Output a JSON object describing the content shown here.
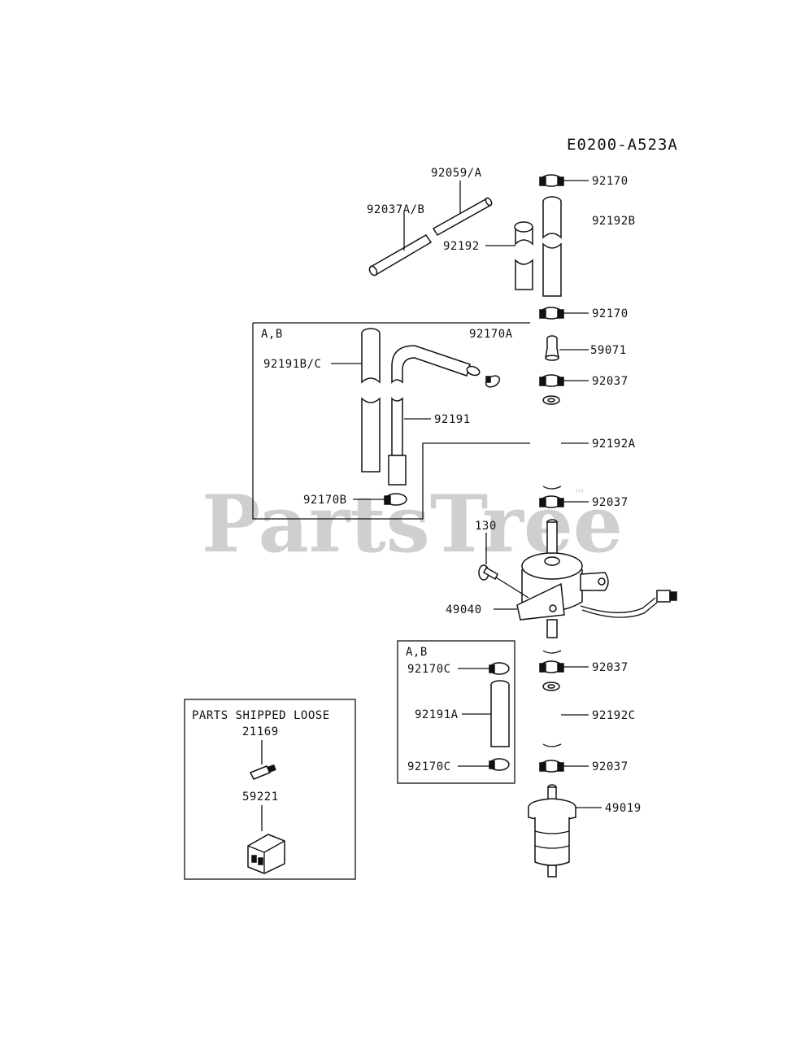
{
  "diagram": {
    "code": "E0200-A523A",
    "watermark": "PartsTree",
    "watermark_tm": "™",
    "group_ab": "A,B",
    "parts_shipped_loose": "PARTS SHIPPED LOOSE",
    "parts": {
      "p92059A": "92059/A",
      "p92037AB": "92037A/B",
      "p92192": "92192",
      "p92170_top": "92170",
      "p92192B": "92192B",
      "p92170_mid": "92170",
      "p92170A": "92170A",
      "p92191BC": "92191B/C",
      "p59071": "59071",
      "p92037_1": "92037",
      "p92191": "92191",
      "p92192A": "92192A",
      "p92170B": "92170B",
      "p92037_2": "92037",
      "p130": "130",
      "p49040": "49040",
      "p92170C_top": "92170C",
      "p92037_3": "92037",
      "p92191A": "92191A",
      "p92192C": "92192C",
      "p92170C_bot": "92170C",
      "p92037_4": "92037",
      "p49019": "49019",
      "p21169": "21169",
      "p59221": "59221"
    }
  }
}
